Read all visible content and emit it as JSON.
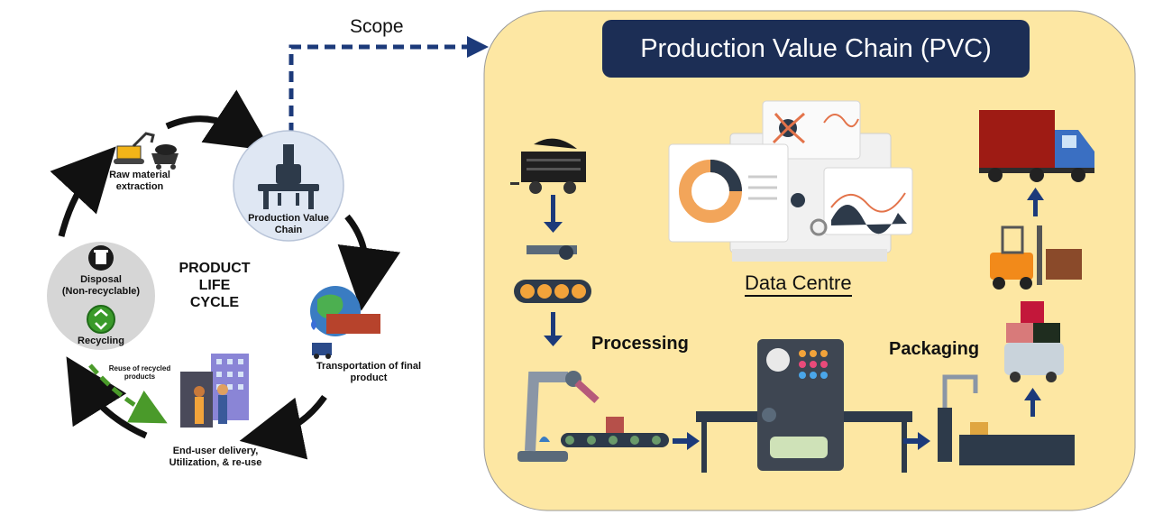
{
  "scope_label": "Scope",
  "pvc_title": "Production Value Chain (PVC)",
  "lifecycle": {
    "center_title": [
      "PRODUCT",
      "LIFE",
      "CYCLE"
    ],
    "raw_material": [
      "Raw material",
      "extraction"
    ],
    "pvc_node": [
      "Production Value",
      "Chain"
    ],
    "transportation": [
      "Transportation of final",
      "product"
    ],
    "end_user": [
      "End-user delivery,",
      "Utilization, & re-use"
    ],
    "disposal": [
      "Disposal",
      "(Non-recyclable)"
    ],
    "recycling": "Recycling",
    "reuse": [
      "Reuse of recycled",
      "products"
    ]
  },
  "pvc": {
    "processing_label": "Processing",
    "packaging_label": "Packaging",
    "data_centre_label": "Data Centre"
  },
  "colors": {
    "navy": "#1c2e55",
    "panel_bg": "#fde7a3",
    "arrow_dark": "#111111",
    "scope_arrow": "#1c3a7a",
    "recycle_green": "#4a9a2a",
    "flow_arrow": "#1c3a7a"
  }
}
